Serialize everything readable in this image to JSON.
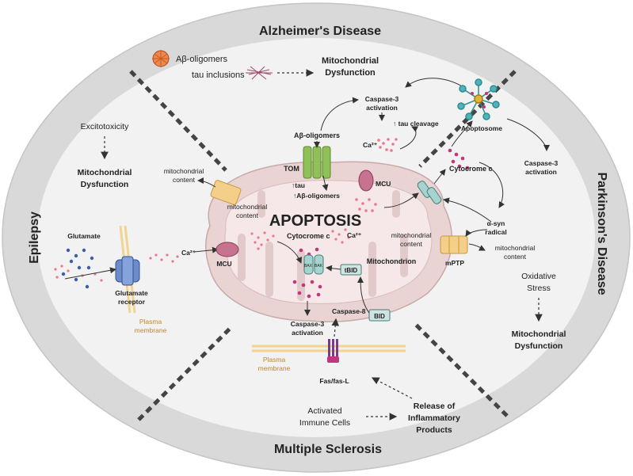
{
  "regions": {
    "top": "Alzheimer's Disease",
    "bottom": "Multiple Sclerosis",
    "left": "Epilepsy",
    "right": "Parkinson's Disease"
  },
  "center_title": "APOPTOSIS",
  "alzheimers": {
    "legend_abeta": "Aβ-oligomers",
    "legend_tau": "tau inclusions",
    "dysfunction_l1": "Mitochondrial",
    "dysfunction_l2": "Dysfunction",
    "abeta_label": "Aβ-oligomers",
    "tom": "TOM",
    "tau_up": "↑tau",
    "abeta_up": "↑Aβ-oligomers",
    "caspase_act_l1": "Caspase-3",
    "caspase_act_l2": "activation",
    "tau_cleavage": "↑ tau cleavage",
    "ca2": "Ca²⁺",
    "mcu": "MCU"
  },
  "parkinsons": {
    "apoptosome": "Apoptosome",
    "caspase_act_l1": "Caspase-3",
    "caspase_act_l2": "activation",
    "cytochrome": "Cytocrome c",
    "asyn_l1": "α-syn",
    "asyn_l2": "radical",
    "mito_content_in_l1": "mitochondrial",
    "mito_content_in_l2": "content",
    "mito_content_out_l1": "mitochondrial",
    "mito_content_out_l2": "content",
    "mptp": "mPTP",
    "oxidative_l1": "Oxidative",
    "oxidative_l2": "Stress",
    "dysfunction_l1": "Mitochondrial",
    "dysfunction_l2": "Dysfunction",
    "bax_bak": "BAX BAK"
  },
  "epilepsy": {
    "excitotoxicity": "Excitotoxicity",
    "dysfunction_l1": "Mitochondrial",
    "dysfunction_l2": "Dysfunction",
    "mito_content_out_l1": "mitochondrial",
    "mito_content_out_l2": "content",
    "mito_content_in_l1": "mitochondrial",
    "mito_content_in_l2": "content",
    "glutamate": "Glutamate",
    "receptor_l1": "Glutamate",
    "receptor_l2": "receptor",
    "ca2": "Ca²⁺",
    "mcu": "MCU",
    "plasma_l1": "Plasma",
    "plasma_l2": "membrane"
  },
  "center": {
    "cytochrome": "Cytocrome c",
    "ca2": "Ca²⁺",
    "mitochondrion": "Mitochondrion",
    "tbid": "tBID",
    "bid": "BID",
    "caspase8": "Caspase-8",
    "caspase_act_l1": "Caspase-3",
    "caspase_act_l2": "activation",
    "bax": "BAX",
    "bak": "BAK"
  },
  "ms": {
    "plasma_l1": "Plasma",
    "plasma_l2": "membrane",
    "fas": "Fas/fas-L",
    "immune_l1": "Activated",
    "immune_l2": "Immune Cells",
    "release_l1": "Release of",
    "release_l2": "Inflammatory",
    "release_l3": "Products"
  },
  "colors": {
    "outer_ellipse": "#d9d9d9",
    "inner_ellipse": "#f2f2f2",
    "mito_outer": "#e9d3d3",
    "mito_inner": "#f6e8e8",
    "channel_yellow": "#f4cf8a",
    "channel_green": "#8fc158",
    "mcu": "#c7728e",
    "bax": "#a7d3cf",
    "dots_pink": "#e8798f",
    "dots_magenta": "#c2347e",
    "dots_blue": "#3b5ea8",
    "membrane": "#f3d48f",
    "divider": "#444444"
  }
}
